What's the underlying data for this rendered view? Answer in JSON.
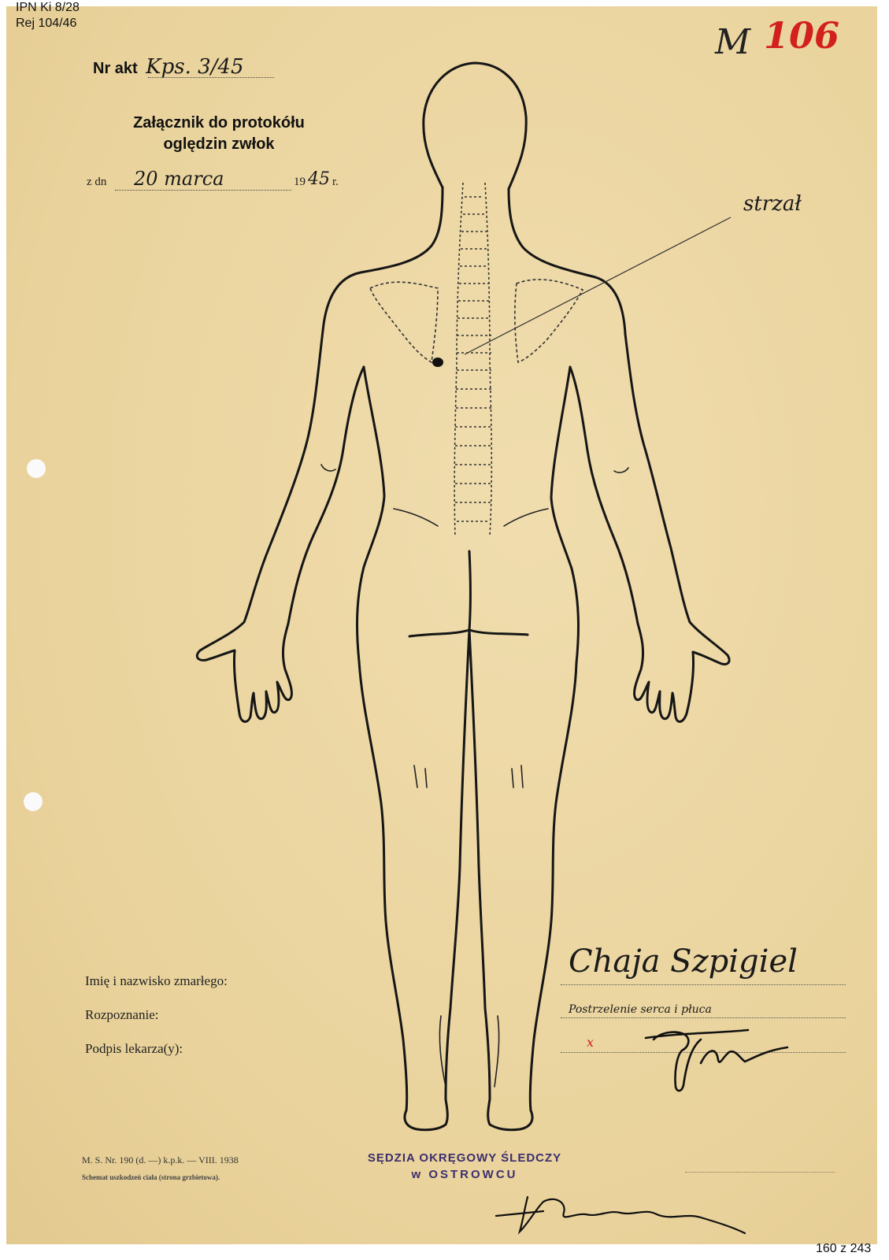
{
  "archive": {
    "line1": "IPN Ki 8/28",
    "line2": "Rej 104/46"
  },
  "header": {
    "nr_akt_label": "Nr akt",
    "nr_akt_value": "Kps. 3/45",
    "title_line1": "Załącznik do protokółu",
    "title_line2": "oględzin zwłok",
    "date_prefix": "z dn",
    "date_value": "20 marca",
    "year_prefix": "19",
    "year_value": "45",
    "year_suffix": "r."
  },
  "top_right": {
    "m_mark": "M",
    "page_number": "106"
  },
  "annotation": {
    "wound_label": "strzał"
  },
  "fields": {
    "name_label": "Imię i nazwisko zmarłego:",
    "name_value": "Chaja Szpigiel",
    "diagnosis_label": "Rozpoznanie:",
    "diagnosis_value": "Postrzelenie serca i płuca",
    "signature_label": "Podpis lekarza(y):",
    "signature_mark": "x"
  },
  "footer": {
    "form_ref": "M. S. Nr. 190 (d. —) k.p.k. — VIII. 1938",
    "form_desc": "Schemat uszkodzeń ciała (strona grzbietowa).",
    "printer": "",
    "stamp_line1": "SĘDZIA OKRĘGOWY ŚLEDCZY",
    "stamp_line2": "w OSTROWCU",
    "page_counter": "160 z 243"
  },
  "colors": {
    "paper": "#ecd7a2",
    "ink": "#1a1a1a",
    "red": "#d2201c",
    "stamp": "#3c2e6e"
  }
}
